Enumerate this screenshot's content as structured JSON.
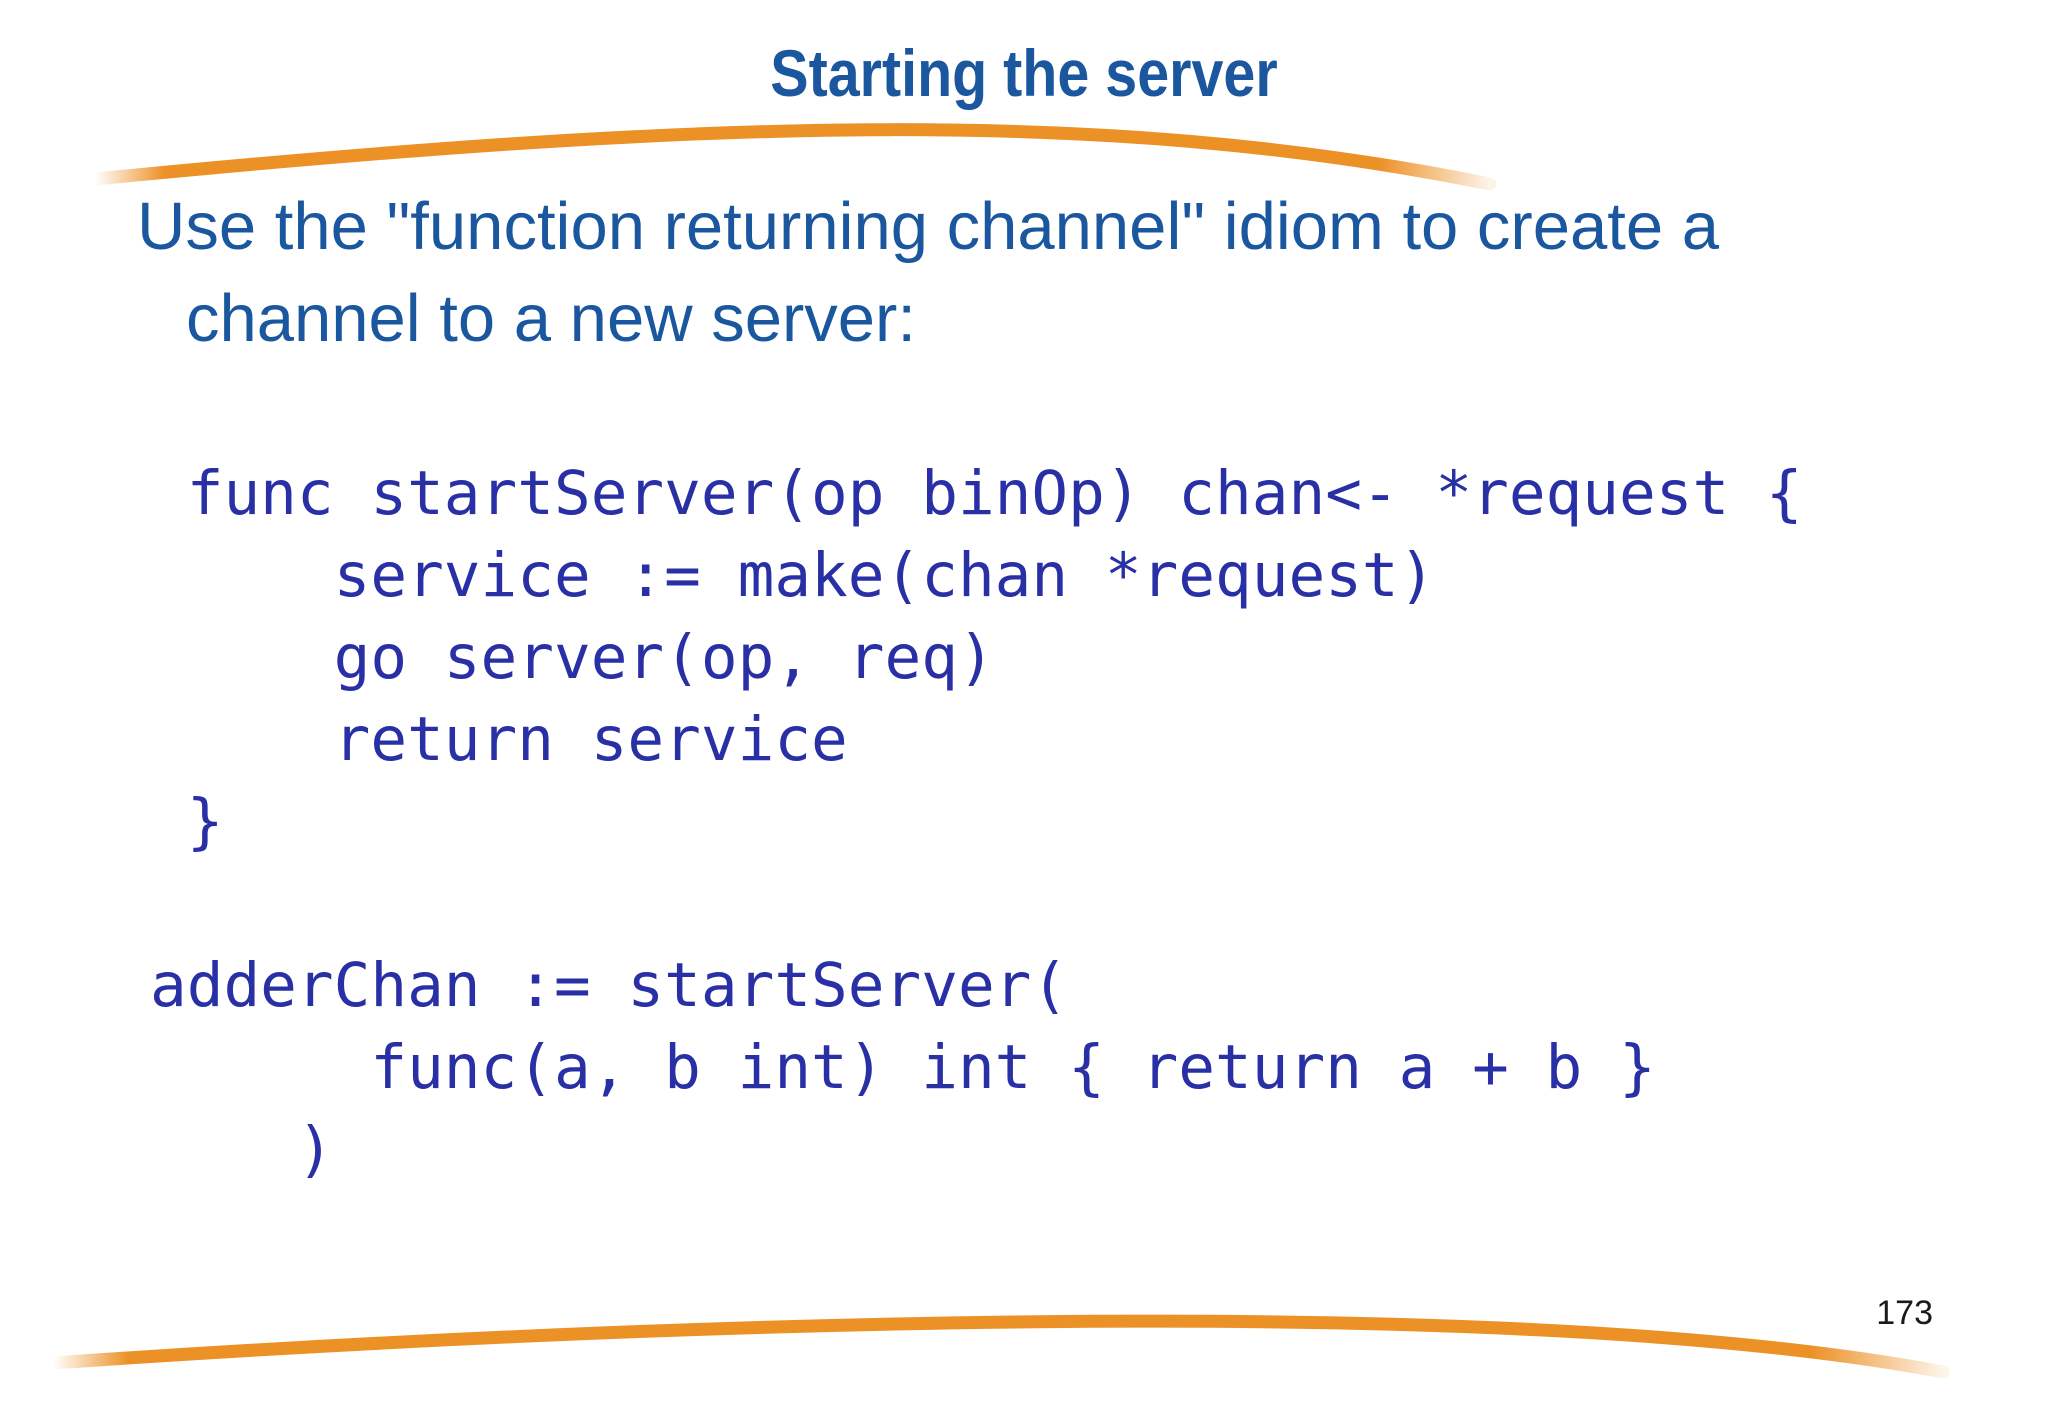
{
  "slide": {
    "title": "Starting the server",
    "body_line1": "Use the \"function returning channel\" idiom to create a",
    "body_line2": "channel to a new server:",
    "code": {
      "lines": [
        " func startServer(op binOp) chan<- *request {",
        "     service := make(chan *request)",
        "     go server(op, req)",
        "     return service",
        " }",
        "",
        "adderChan := startServer(",
        "      func(a, b int) int { return a + b }",
        "    )"
      ]
    },
    "page_number": "173",
    "colors": {
      "heading_blue": "#1b579e",
      "code_blue": "#2930a5",
      "accent_orange": "#ec9126",
      "page_number_black": "#1a1a1a"
    }
  }
}
